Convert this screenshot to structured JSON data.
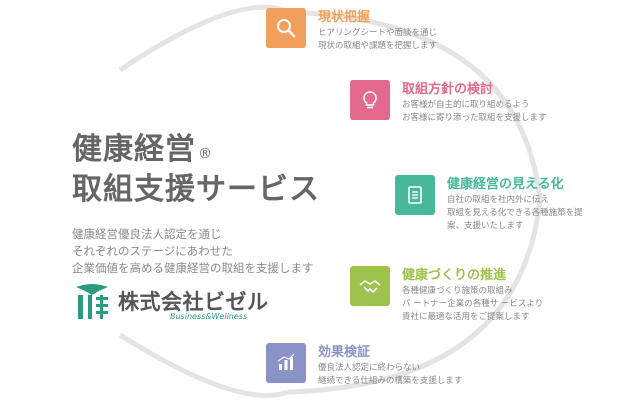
{
  "title": {
    "line1": "健康経営",
    "mark": "®",
    "line2": "取組支援サービス"
  },
  "description": [
    "健康経営優良法人認定を通じ",
    "それぞれのステージにあわせた",
    "企業価値を高める健康経営の取組を支援します"
  ],
  "company": {
    "name": "株式会社ビゼル",
    "tagline": "Business&Wellness"
  },
  "steps": [
    {
      "title": "現状把握",
      "icon": "magnifier-icon",
      "color": "#f0a05a",
      "lines": [
        "ヒアリングシートや面談を通じ",
        "現状の取組や課題を把握します"
      ]
    },
    {
      "title": "取組方針の検討",
      "icon": "lightbulb-icon",
      "color": "#e36a8c",
      "lines": [
        "お客様が自主的に取り組めるよう",
        "お客様に寄り添った取組を支援します"
      ]
    },
    {
      "title": "健康経営の見える化",
      "icon": "clipboard-icon",
      "color": "#47b89a",
      "lines": [
        "自社の取組を社内外に伝え",
        "取組を見える化できる各種施策を提",
        "案、支援いたします"
      ]
    },
    {
      "title": "健康づくりの推進",
      "icon": "handshake-icon",
      "color": "#9ec24e",
      "lines": [
        "各種健康づくり施策の取組み",
        "パ ートナー企業の各種サ ービスより",
        "貴社に最適な活用をご提案します"
      ]
    },
    {
      "title": "効果検証",
      "icon": "bar-chart-icon",
      "color": "#8a93c8",
      "lines": [
        "優良法人認定に終わらない",
        "継続できる仕組みの構築を支援します"
      ]
    }
  ]
}
